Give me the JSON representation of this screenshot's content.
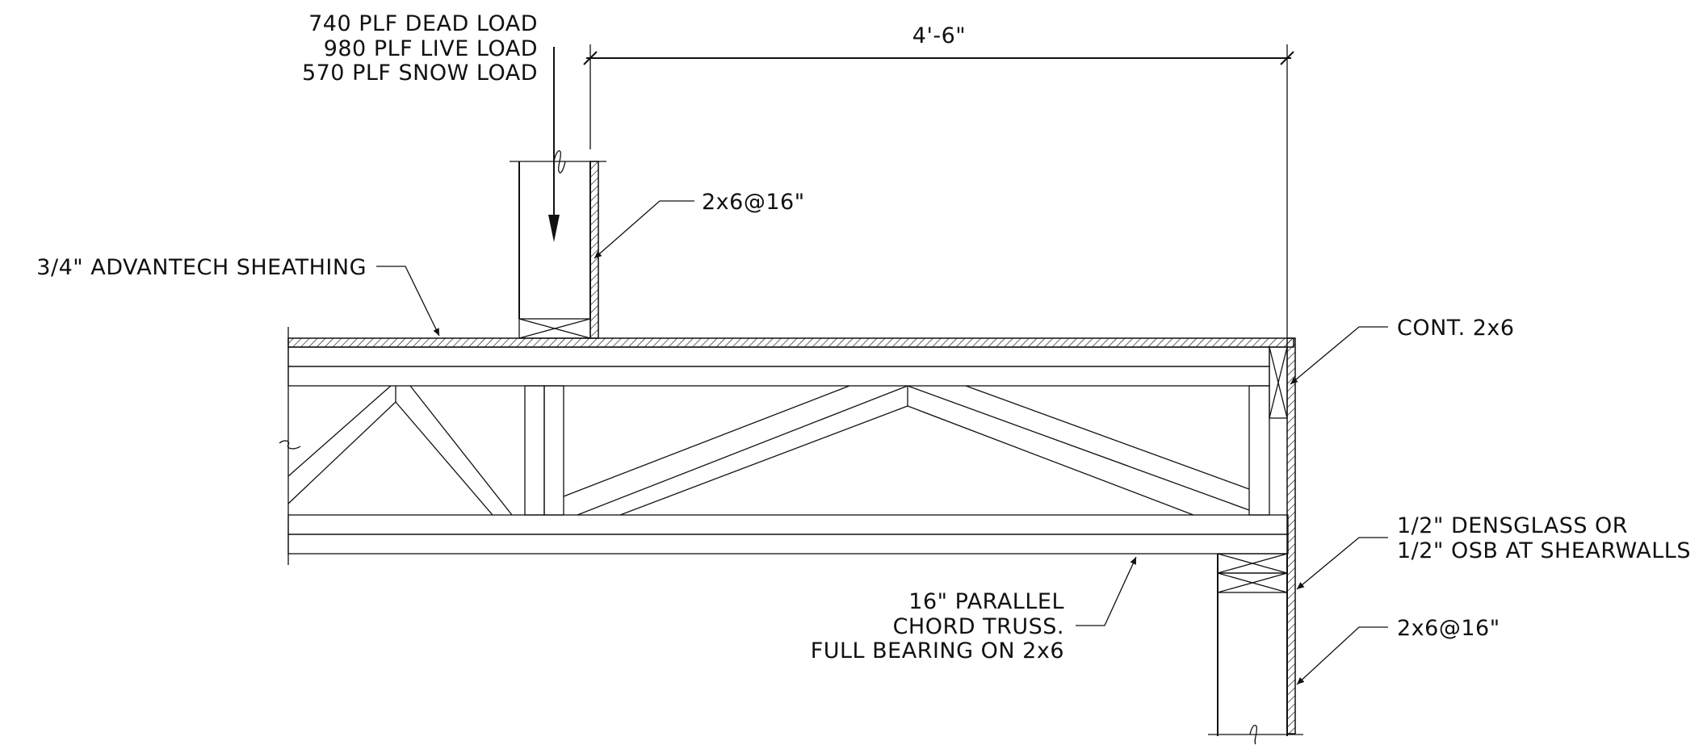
{
  "loads": {
    "dead": "740 PLF DEAD LOAD",
    "live": "980 PLF LIVE LOAD",
    "snow": "570 PLF SNOW LOAD"
  },
  "dimension": {
    "span": "4'-6\""
  },
  "callouts": {
    "upper_stud": "2x6@16\"",
    "sheathing": "3/4\" ADVANTECH SHEATHING",
    "rim": "CONT. 2x6",
    "densglass_line1": "1/2\" DENSGLASS OR",
    "densglass_line2": "1/2\" OSB AT SHEARWALLS",
    "lower_stud": "2x6@16\"",
    "truss_line1": "16\" PARALLEL",
    "truss_line2": "CHORD TRUSS.",
    "truss_line3": "FULL BEARING ON 2x6"
  }
}
